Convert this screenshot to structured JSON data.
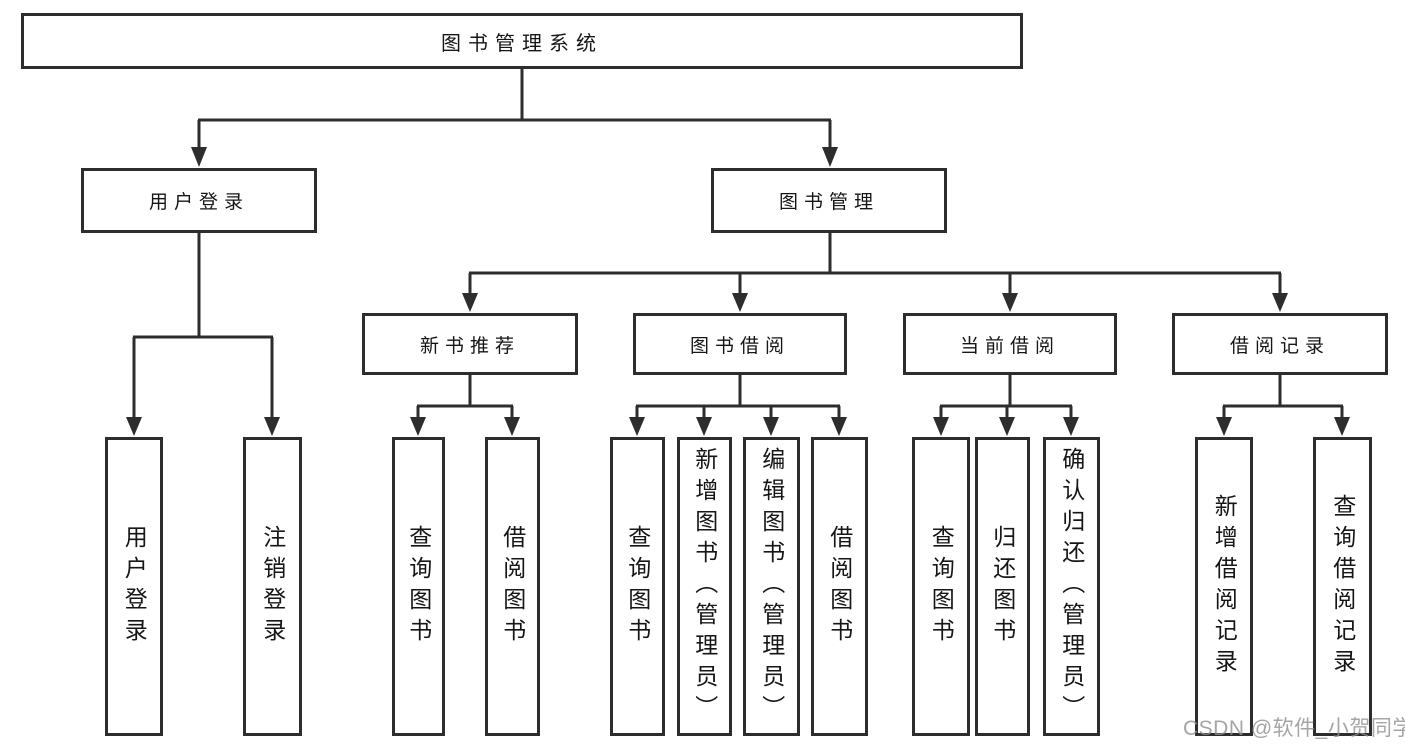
{
  "diagram": {
    "root": {
      "label": "图书管理系统"
    },
    "level2": [
      {
        "label": "用户登录"
      },
      {
        "label": "图书管理"
      }
    ],
    "level3": [
      {
        "label": "新书推荐",
        "parent": "图书管理"
      },
      {
        "label": "图书借阅",
        "parent": "图书管理"
      },
      {
        "label": "当前借阅",
        "parent": "图书管理"
      },
      {
        "label": "借阅记录",
        "parent": "图书管理"
      }
    ],
    "leaves": [
      {
        "label": "用户登录",
        "parent": "用户登录"
      },
      {
        "label": "注销登录",
        "parent": "用户登录"
      },
      {
        "label": "查询图书",
        "parent": "新书推荐"
      },
      {
        "label": "借阅图书",
        "parent": "新书推荐"
      },
      {
        "label": "查询图书",
        "parent": "图书借阅"
      },
      {
        "label": "新增图书（管理员）",
        "parent": "图书借阅"
      },
      {
        "label": "编辑图书（管理员）",
        "parent": "图书借阅"
      },
      {
        "label": "借阅图书",
        "parent": "图书借阅"
      },
      {
        "label": "查询图书",
        "parent": "当前借阅"
      },
      {
        "label": "归还图书",
        "parent": "当前借阅"
      },
      {
        "label": "确认归还（管理员）",
        "parent": "当前借阅"
      },
      {
        "label": "新增借阅记录",
        "parent": "借阅记录"
      },
      {
        "label": "查询借阅记录",
        "parent": "借阅记录"
      }
    ],
    "watermark": "CSDN @软件_小贺同学",
    "colors": {
      "line": "#2d2d2d",
      "text": "#161616",
      "background": "#ffffff",
      "watermark": "#8f8f8f"
    }
  }
}
